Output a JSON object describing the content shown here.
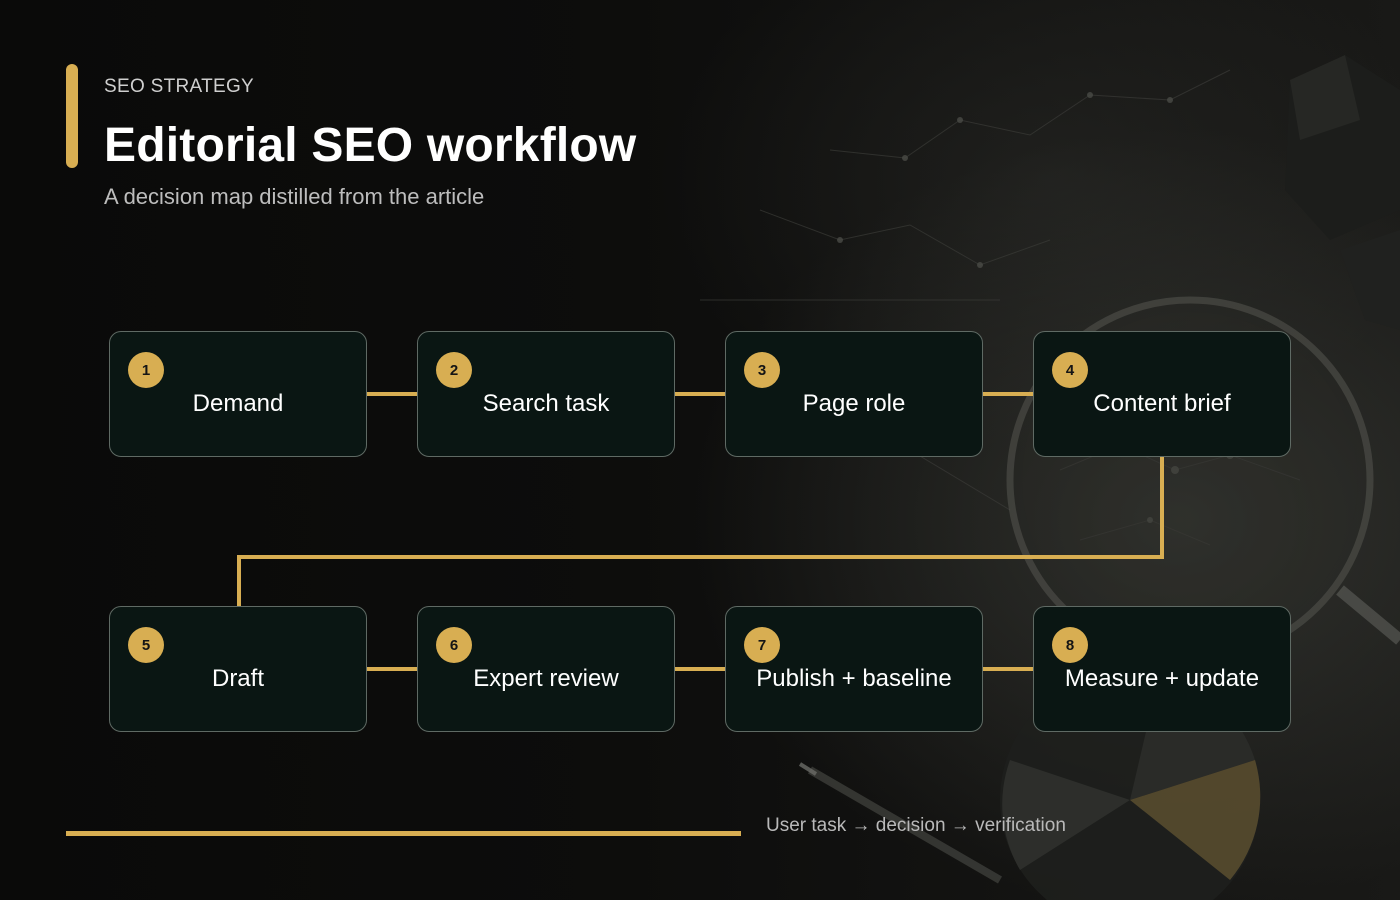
{
  "header": {
    "eyebrow": "SEO STRATEGY",
    "title": "Editorial SEO workflow",
    "subtitle": "A decision map distilled from the article"
  },
  "steps": [
    {
      "number": "1",
      "label": "Demand"
    },
    {
      "number": "2",
      "label": "Search task"
    },
    {
      "number": "3",
      "label": "Page role"
    },
    {
      "number": "4",
      "label": "Content brief"
    },
    {
      "number": "5",
      "label": "Draft"
    },
    {
      "number": "6",
      "label": "Expert review"
    },
    {
      "number": "7",
      "label": "Publish + baseline"
    },
    {
      "number": "8",
      "label": "Measure + update"
    }
  ],
  "footer": {
    "note": "User task → decision → verification"
  },
  "colors": {
    "accent": "#d8ae52",
    "node_fill": "#0a1613",
    "node_border": "#5f6a64",
    "background": "#0b0b0a"
  }
}
